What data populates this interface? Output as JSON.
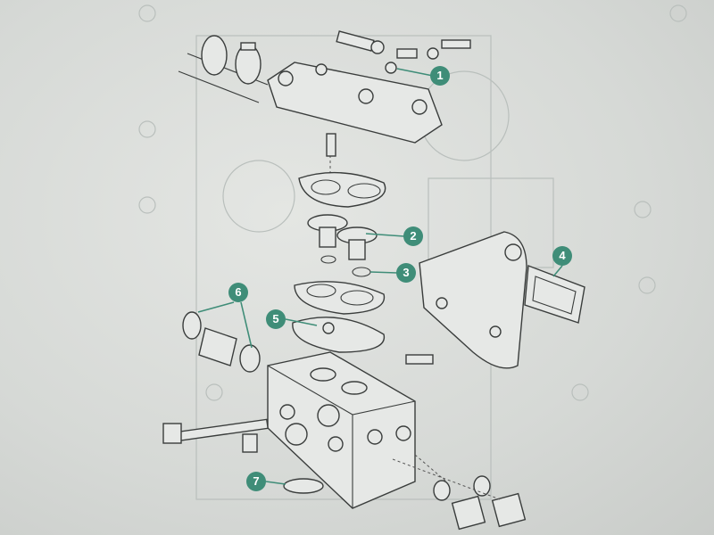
{
  "diagram": {
    "type": "exploded-parts-view",
    "accent_color": "#3f8d78",
    "callouts": [
      {
        "label": "1",
        "part": "housing-cover-bolts"
      },
      {
        "label": "2",
        "part": "thermostats"
      },
      {
        "label": "3",
        "part": "o-ring"
      },
      {
        "label": "4",
        "part": "bracket-gasket"
      },
      {
        "label": "5",
        "part": "housing-gasket"
      },
      {
        "label": "6",
        "part": "connector-pipe-seals"
      },
      {
        "label": "7",
        "part": "sealing-ring"
      }
    ]
  }
}
